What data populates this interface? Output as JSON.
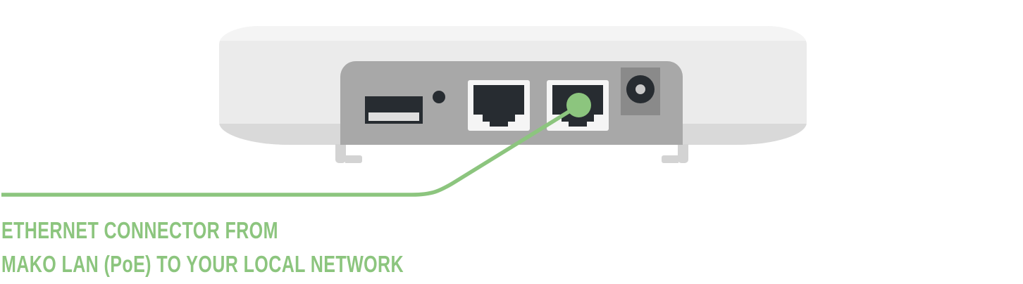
{
  "callout": {
    "line1": "ETHERNET CONNECTOR FROM",
    "line2": "MAKO LAN (PoE) TO YOUR LOCAL NETWORK"
  },
  "diagram": {
    "subject": "network access point rear panel",
    "components": [
      "usb-port",
      "reset-pinhole",
      "ethernet-port-left",
      "ethernet-port-right-mako-lan-poe",
      "power-jack"
    ],
    "highlighted_component": "ethernet-port-right-mako-lan-poe"
  },
  "colors": {
    "green": "#8cc57e",
    "body": "#ebebeb",
    "bodyTop": "#f4f4f4",
    "bodyShade": "#d9d9d9",
    "feet": "#d3d3d3",
    "panel": "#a8a8a8",
    "jack": "#8a8a8a",
    "portDark": "#272c31",
    "frameWhite": "#f5f5f5",
    "usbBar": "#dfdfdf",
    "pinLight": "#c9c9c9",
    "bg": "#ffffff"
  }
}
